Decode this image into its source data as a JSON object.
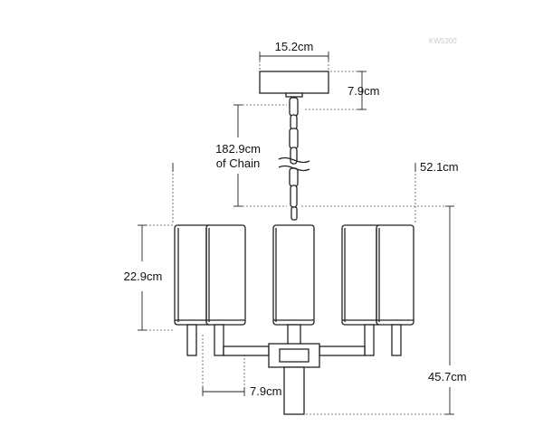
{
  "product_code": "KW5300",
  "dimensions": {
    "canopy_width": "15.2cm",
    "canopy_height": "7.9cm",
    "chain_length_value": "182.9cm",
    "chain_length_suffix": "of Chain",
    "overall_width": "52.1cm",
    "shade_height": "22.9cm",
    "arm_offset": "7.9cm",
    "overall_height": "45.7cm"
  }
}
